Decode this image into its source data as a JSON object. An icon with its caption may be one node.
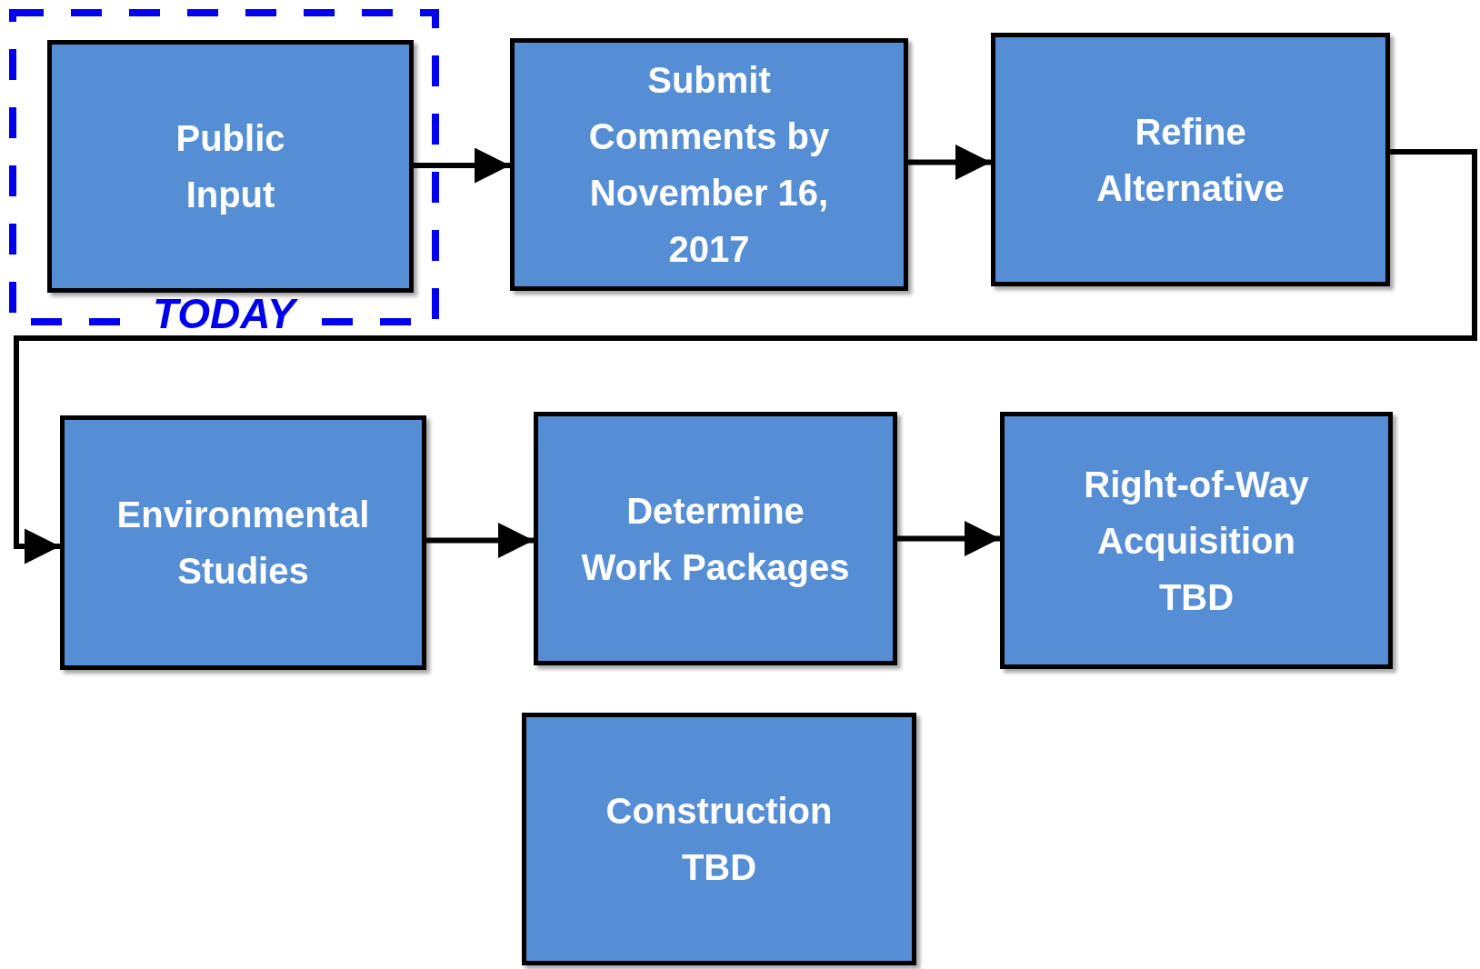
{
  "diagram": {
    "nodes": [
      {
        "text": [
          "TODAY"
        ]
      },
      {
        "text": [
          "Public Input"
        ],
        "in": 0
      },
      {
        "text": [
          "Submit Comments by November 16, 2017"
        ]
      },
      {
        "text": [
          "Refine Alternative"
        ]
      },
      {
        "text": [
          "Environmental Studies"
        ]
      },
      {
        "text": [
          "Determine Work Packages"
        ]
      },
      {
        "text": [
          "Right-of-Way Acquisition TBD"
        ]
      },
      {
        "text": [
          "Construction TBD"
        ]
      }
    ],
    "edges": [
      {
        "from": 1,
        "to": 2,
        "arrow": "to"
      },
      {
        "from": 2,
        "to": 3,
        "arrow": "to"
      },
      {
        "from": 3,
        "to": 4,
        "arrow": "to"
      },
      {
        "from": 4,
        "to": 5,
        "arrow": "to"
      },
      {
        "from": 5,
        "to": 6,
        "arrow": "to"
      }
    ]
  }
}
